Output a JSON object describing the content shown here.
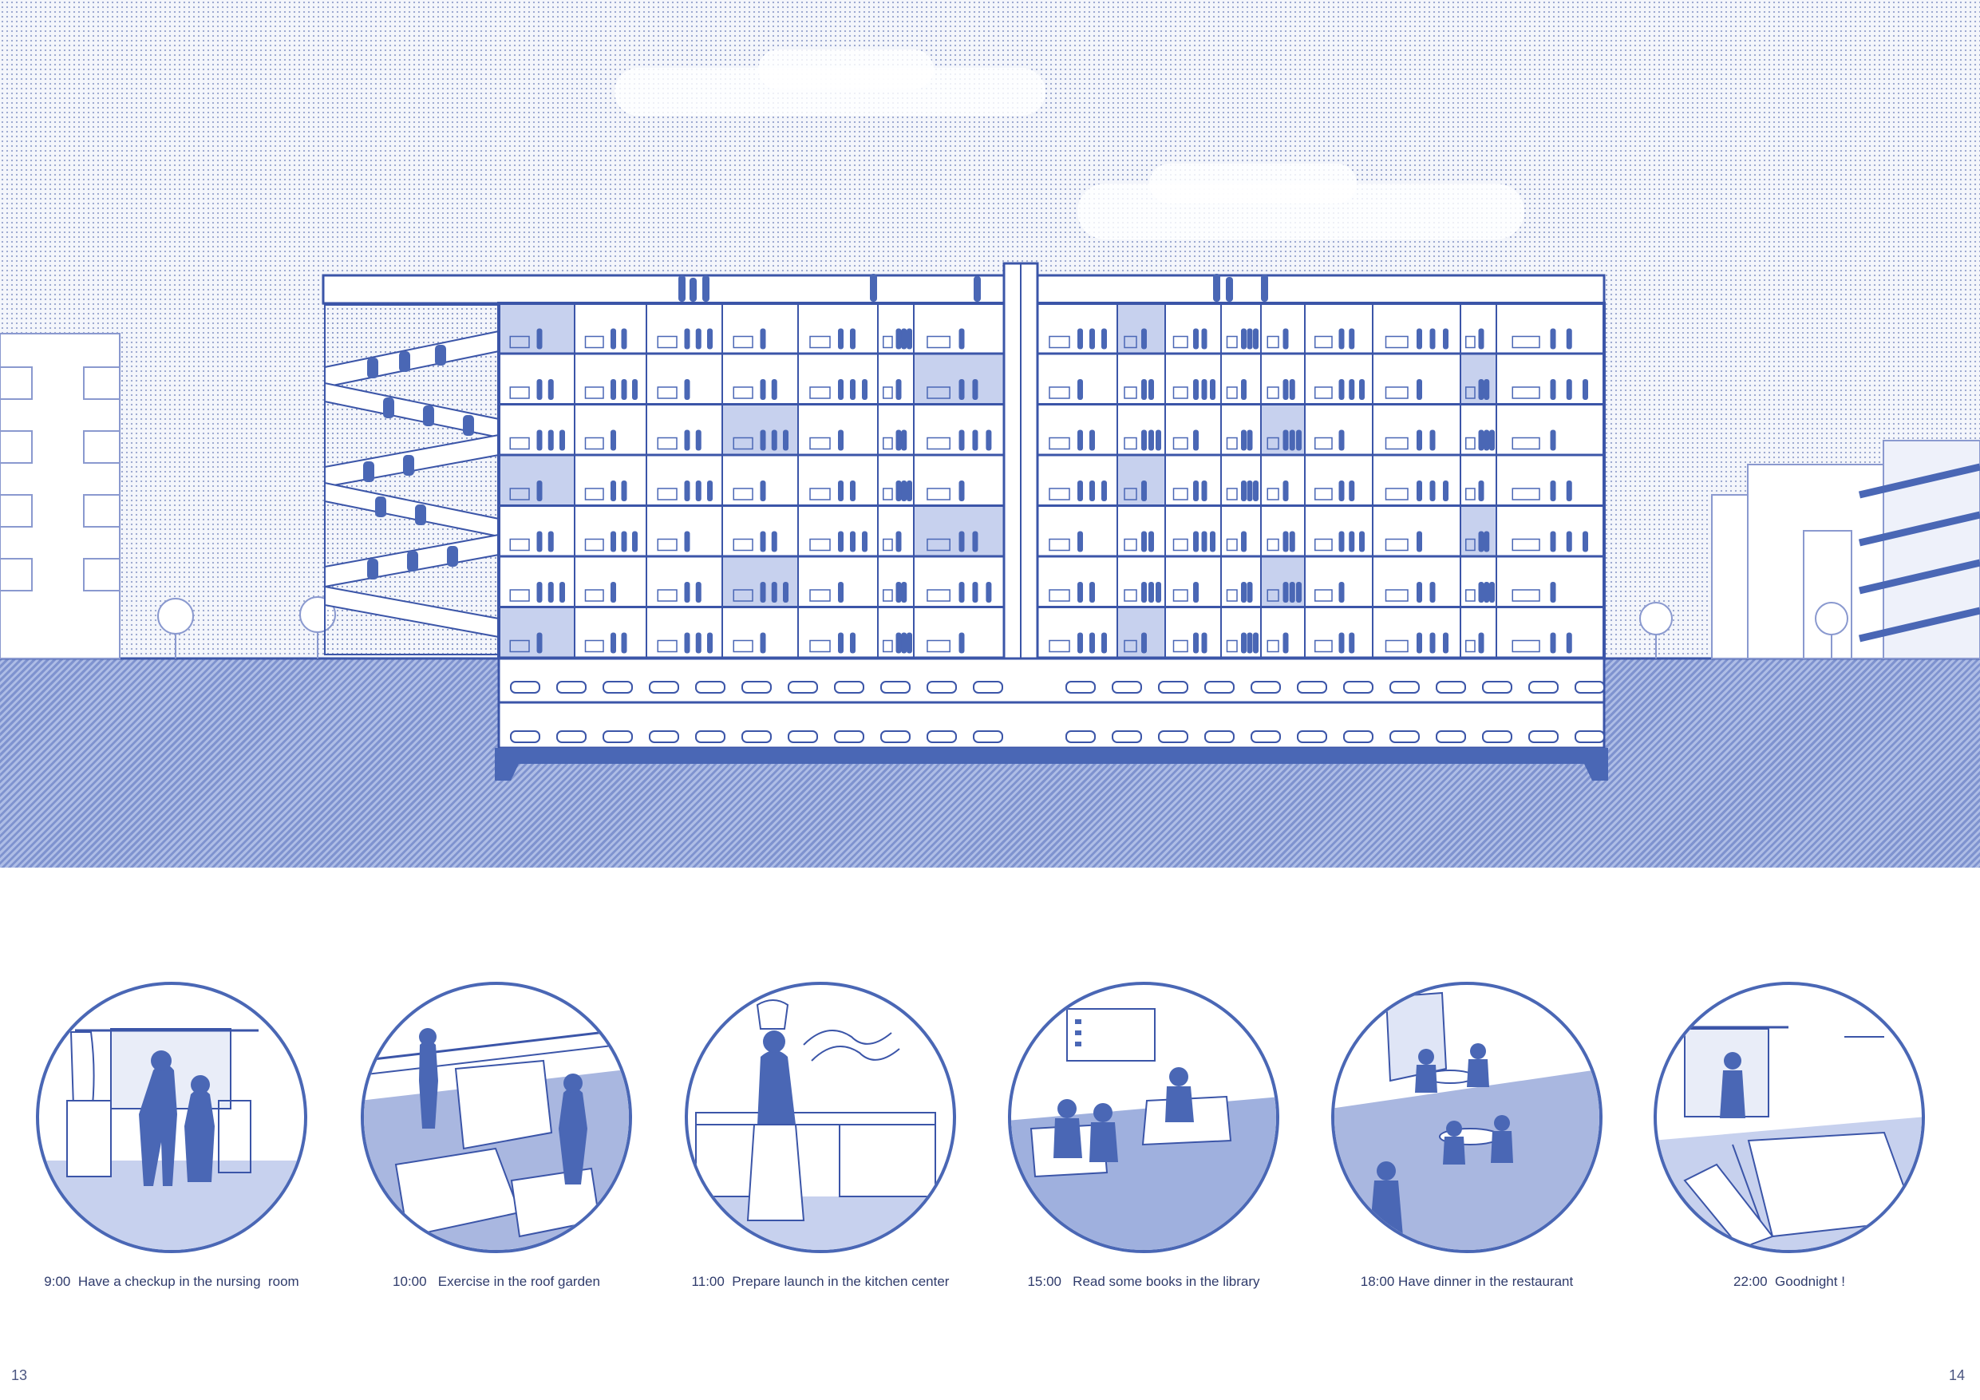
{
  "diagram": {
    "type": "architectural-section",
    "colors": {
      "primary": "#4a67b5",
      "light": "#c7d1ee",
      "line": "#3b55a8",
      "sky_dots": "#9aa7cf",
      "ground": "#7f93cf"
    }
  },
  "vignettes": [
    {
      "caption": "9:00  Have a checkup in the nursing  room",
      "scene": "nursing-room"
    },
    {
      "caption": "10:00   Exercise in the roof garden",
      "scene": "roof-garden"
    },
    {
      "caption": "11:00  Prepare launch in the kitchen center",
      "scene": "kitchen"
    },
    {
      "caption": "15:00   Read some books in the library",
      "scene": "library"
    },
    {
      "caption": "18:00 Have dinner in the restaurant",
      "scene": "restaurant"
    },
    {
      "caption": "22:00  Goodnight !",
      "scene": "bedroom"
    }
  ],
  "page_numbers": {
    "left": "13",
    "right": "14"
  }
}
